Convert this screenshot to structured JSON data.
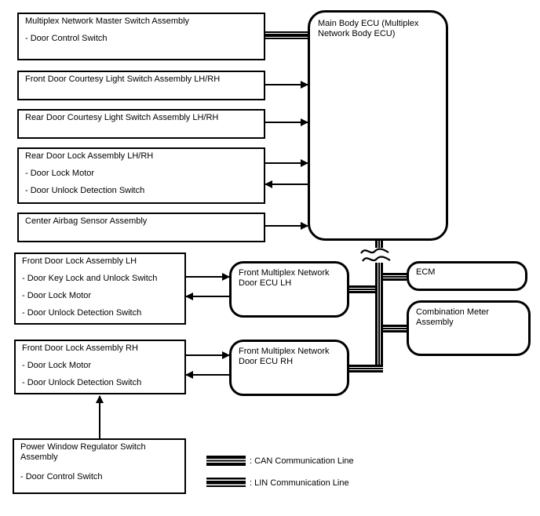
{
  "boxes": {
    "master_switch": {
      "title": "Multiplex Network Master Switch Assembly",
      "items": [
        "- Door Control Switch"
      ]
    },
    "front_courtesy": {
      "title": "Front Door Courtesy Light Switch Assembly LH/RH"
    },
    "rear_courtesy": {
      "title": "Rear Door Courtesy Light Switch Assembly LH/RH"
    },
    "rear_door_lock": {
      "title": "Rear Door Lock Assembly LH/RH",
      "items": [
        "- Door Lock Motor",
        "- Door Unlock Detection Switch"
      ]
    },
    "center_airbag": {
      "title": "Center Airbag Sensor Assembly"
    },
    "front_door_lock_lh": {
      "title": "Front Door Lock Assembly LH",
      "items": [
        "- Door Key Lock and Unlock Switch",
        "- Door Lock Motor",
        "- Door Unlock Detection Switch"
      ]
    },
    "front_door_lock_rh": {
      "title": "Front Door Lock Assembly RH",
      "items": [
        "- Door Lock Motor",
        "- Door Unlock Detection Switch"
      ]
    },
    "power_window": {
      "title": "Power Window Regulator Switch Assembly",
      "items": [
        "- Door Control Switch"
      ]
    },
    "main_body_ecu": {
      "title": "Main Body ECU (Multiplex Network Body ECU)"
    },
    "door_ecu_lh": {
      "title": "Front Multiplex Network Door ECU LH"
    },
    "door_ecu_rh": {
      "title": "Front Multiplex Network Door ECU RH"
    },
    "ecm": {
      "title": "ECM"
    },
    "combination_meter": {
      "title": "Combination Meter Assembly"
    }
  },
  "connections": [
    {
      "from": "Multiplex Network Master Switch Assembly",
      "to": "Main Body ECU",
      "type": "LIN"
    },
    {
      "from": "Front Door Courtesy Light Switch Assembly LH/RH",
      "to": "Main Body ECU",
      "type": "arrow"
    },
    {
      "from": "Rear Door Courtesy Light Switch Assembly LH/RH",
      "to": "Main Body ECU",
      "type": "arrow"
    },
    {
      "from": "Rear Door Lock Assembly LH/RH",
      "to": "Main Body ECU",
      "type": "arrow-both"
    },
    {
      "from": "Center Airbag Sensor Assembly",
      "to": "Main Body ECU",
      "type": "arrow"
    },
    {
      "from": "Front Door Lock Assembly LH",
      "to": "Front Multiplex Network Door ECU LH",
      "type": "arrow-both"
    },
    {
      "from": "Front Door Lock Assembly RH",
      "to": "Front Multiplex Network Door ECU RH",
      "type": "arrow-both"
    },
    {
      "from": "Power Window Regulator Switch Assembly",
      "to": "Front Door Lock Assembly RH",
      "type": "arrow"
    },
    {
      "from": "Main Body ECU",
      "to": "Front Multiplex Network Door ECU LH",
      "type": "CAN"
    },
    {
      "from": "Main Body ECU",
      "to": "Front Multiplex Network Door ECU RH",
      "type": "CAN"
    },
    {
      "from": "Main Body ECU",
      "to": "ECM",
      "type": "CAN"
    },
    {
      "from": "Main Body ECU",
      "to": "Combination Meter Assembly",
      "type": "CAN"
    }
  ],
  "legend": {
    "can": ": CAN Communication Line",
    "lin": ": LIN Communication Line"
  },
  "colors": {
    "line": "#000000",
    "background": "#ffffff"
  }
}
